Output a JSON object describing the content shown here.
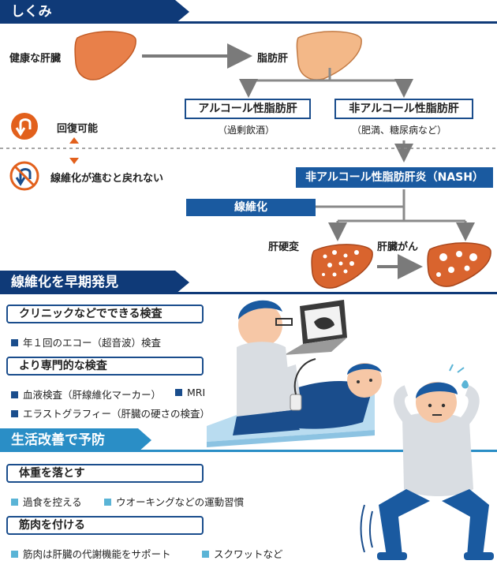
{
  "mechanism": {
    "header": "しくみ",
    "healthy_liver": "健康な肝臓",
    "fatty_liver": "脂肪肝",
    "alcoholic": "アルコール性脂肪肝",
    "alcoholic_cause": "（過剰飲酒）",
    "nonalcoholic": "非アルコール性脂肪肝",
    "nonalcoholic_cause": "（肥満、糖尿病など）",
    "nash": "非アルコール性脂肪肝炎（NASH）",
    "fibrosis": "線維化",
    "cirrhosis": "肝硬変",
    "cancer": "肝臓がん",
    "legend_reversible": "回復可能",
    "legend_irreversible": "線維化が進むと戻れない"
  },
  "detection": {
    "header": "線維化を早期発見",
    "clinic": {
      "title": "クリニックなどでできる検査",
      "items": [
        "年１回のエコー（超音波）検査"
      ]
    },
    "specialized": {
      "title": "より専門的な検査",
      "items": [
        "血液検査（肝線維化マーカー）",
        "MRI",
        "エラストグラフィー（肝臓の硬さの検査）"
      ]
    }
  },
  "prevention": {
    "header": "生活改善で予防",
    "weight": {
      "title": "体重を落とす",
      "items": [
        "過食を控える",
        "ウオーキングなどの運動習慣"
      ]
    },
    "muscle": {
      "title": "筋肉を付ける",
      "items": [
        "筋肉は肝臓の代謝機能をサポート",
        "スクワットなど"
      ]
    }
  },
  "colors": {
    "navy": "#0f3a78",
    "accent_blue": "#1a5aa0",
    "light_blue": "#5ab4d6",
    "liver_healthy": "#e8804a",
    "liver_fatty": "#f3b07a",
    "liver_diseased": "#d9642e",
    "warning_orange": "#e2601c"
  }
}
